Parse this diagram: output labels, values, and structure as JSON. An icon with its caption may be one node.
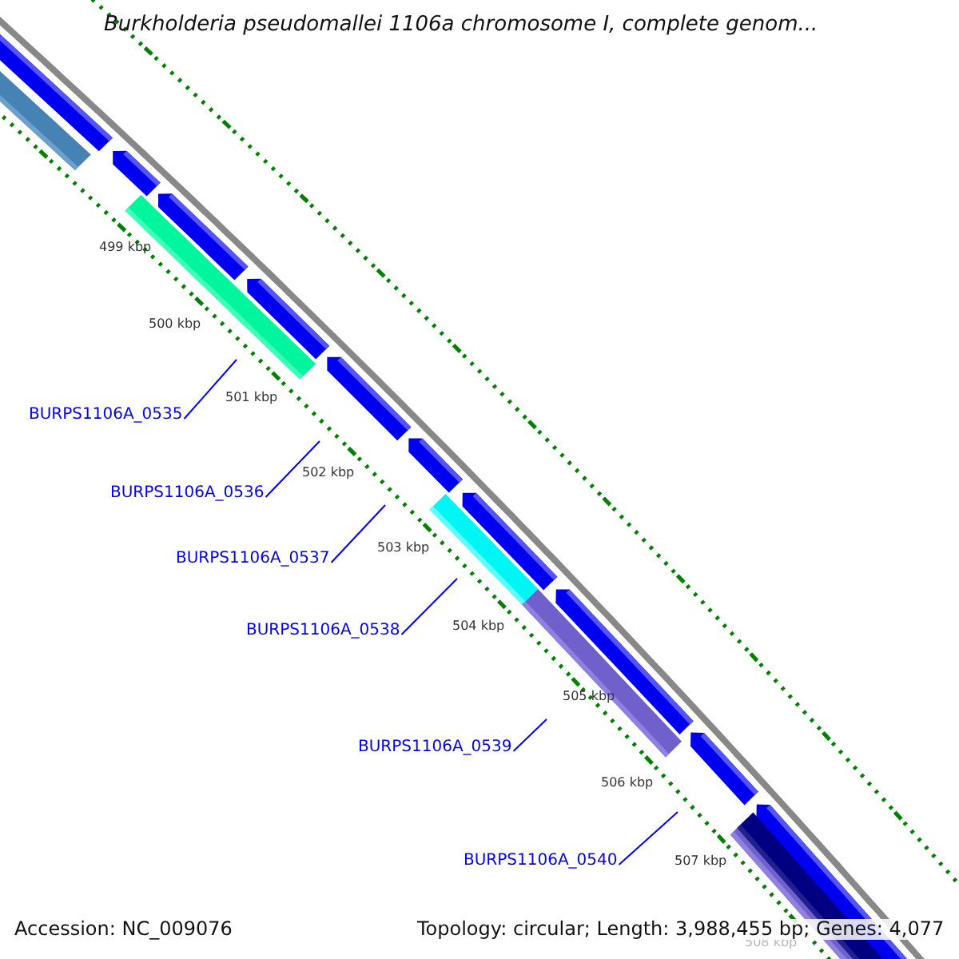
{
  "diagram": {
    "title": "Burkholderia pseudomallei 1106a chromosome I, complete genom...",
    "nodes": [
      {
        "text": [
          "BURPS1106A_0535"
        ]
      },
      {
        "text": [
          "BURPS1106A_0536"
        ]
      },
      {
        "text": [
          "BURPS1106A_0537"
        ]
      },
      {
        "text": [
          "BURPS1106A_0538"
        ]
      },
      {
        "text": [
          "BURPS1106A_0539"
        ]
      },
      {
        "text": [
          "BURPS1106A_0540"
        ]
      }
    ],
    "edges": [
      {
        "from": 0,
        "to": null,
        "arrow": "none"
      },
      {
        "from": 1,
        "to": null,
        "arrow": "none"
      },
      {
        "from": 2,
        "to": null,
        "arrow": "none"
      },
      {
        "from": 3,
        "to": null,
        "arrow": "none"
      },
      {
        "from": 4,
        "to": null,
        "arrow": "none"
      },
      {
        "from": 5,
        "to": null,
        "arrow": "none"
      }
    ],
    "labels": [
      "499 kbp",
      "500 kbp",
      "501 kbp",
      "502 kbp",
      "503 kbp",
      "504 kbp",
      "505 kbp",
      "506 kbp",
      "507 kbp",
      "508 kbp",
      "Accession: NC_009076",
      "Topology: circular; Length: 3,988,455 bp; Genes: 4,077"
    ]
  }
}
